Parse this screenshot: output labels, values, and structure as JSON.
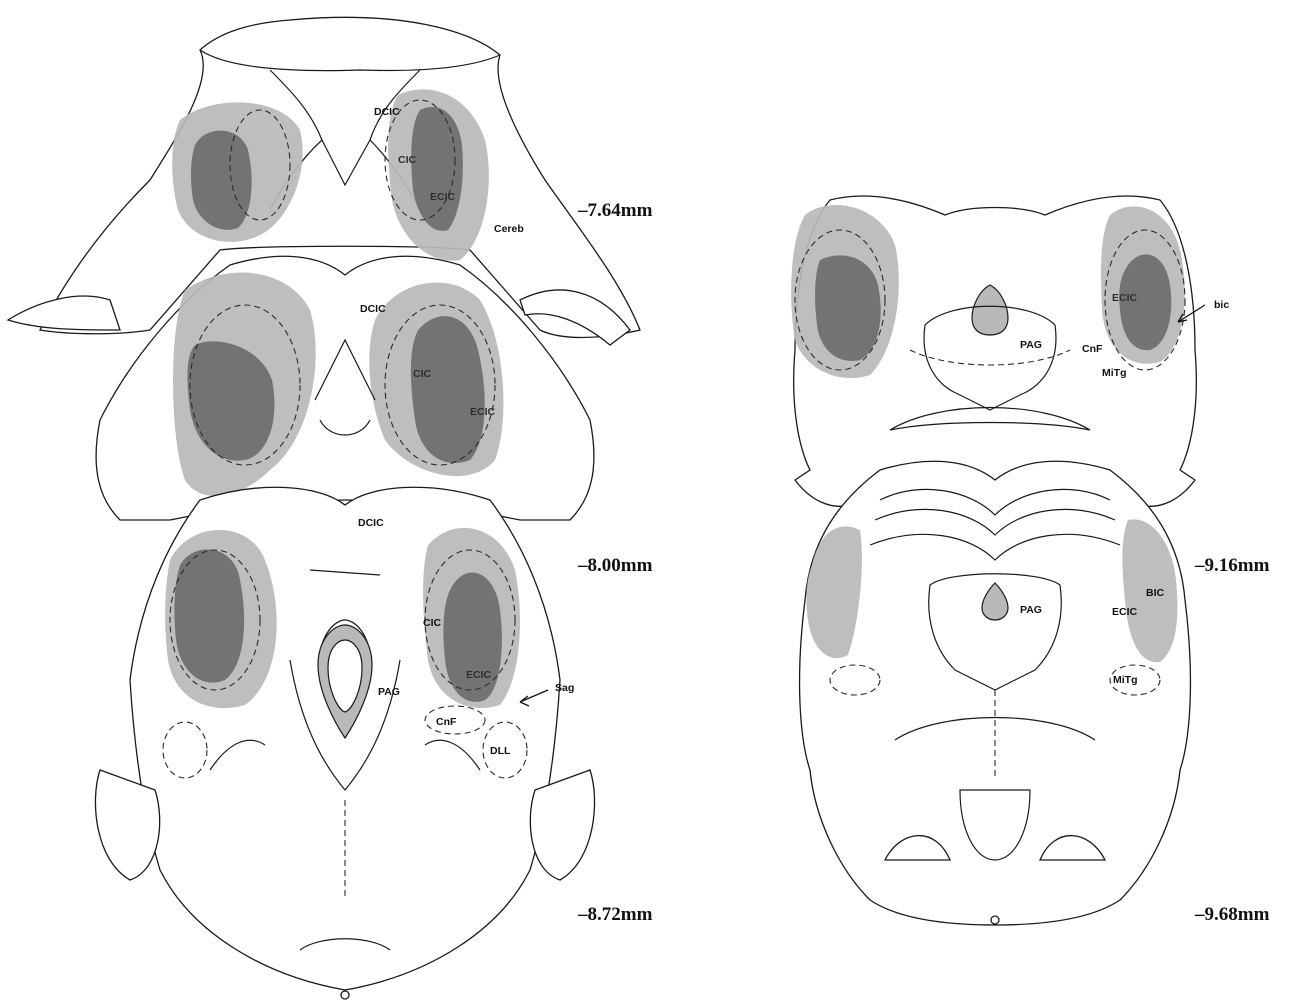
{
  "levels": {
    "l1": "–7.64mm",
    "l2": "–8.00mm",
    "l3": "–8.72mm",
    "l4": "–9.16mm",
    "l5": "–9.68mm"
  },
  "labels": {
    "s1_dcic": "DCIC",
    "s1_cic": "CIC",
    "s1_ecic": "ECIC",
    "s1_cereb": "Cereb",
    "s2_dcic": "DCIC",
    "s2_cic": "CIC",
    "s2_ecic": "ECIC",
    "s3_dcic": "DCIC",
    "s3_cic": "CIC",
    "s3_ecic": "ECIC",
    "s3_sag": "Sag",
    "s3_pag": "PAG",
    "s3_cnf": "CnF",
    "s3_dll": "DLL",
    "s4_ecic": "ECIC",
    "s4_bic": "bic",
    "s4_pag": "PAG",
    "s4_cnf": "CnF",
    "s4_mitg": "MiTg",
    "s5_bic": "BIC",
    "s5_ecic": "ECIC",
    "s5_pag": "PAG",
    "s5_mitg": "MiTg"
  },
  "colors": {
    "lesion_light": "#b9b9b9",
    "lesion_dark": "#6f6f6f",
    "outline": "#1a1a1a"
  }
}
